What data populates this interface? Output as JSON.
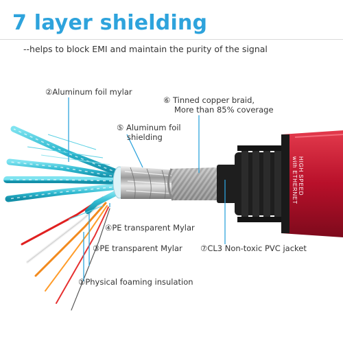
{
  "title": "7 layer shielding",
  "subtitle": "--helps to block EMI and maintain the purity of the signal",
  "labels": {
    "l1": {
      "num": "①",
      "text": "Physical foaming insulation"
    },
    "l2": {
      "num": "②",
      "text": "Aluminum foil mylar"
    },
    "l3": {
      "num": "③",
      "text": "PE transparent Mylar"
    },
    "l4": {
      "num": "④",
      "text": "PE transparent Mylar"
    },
    "l5": {
      "num": "⑤",
      "text": "Aluminum foil",
      "line2": "shielding"
    },
    "l6": {
      "num": "⑥",
      "text": "Tinned copper braid,",
      "line2": "More than 85% coverage"
    },
    "l7": {
      "num": "⑦",
      "text": "CL3 Non-toxic PVC jacket"
    }
  },
  "connector": {
    "line1": "HIGH SPEED",
    "line2": "with ETHERNET"
  },
  "colors": {
    "accent": "#2ea3dc",
    "jacket_red": "#c0152b",
    "strain_relief": "#1e1e1e"
  }
}
